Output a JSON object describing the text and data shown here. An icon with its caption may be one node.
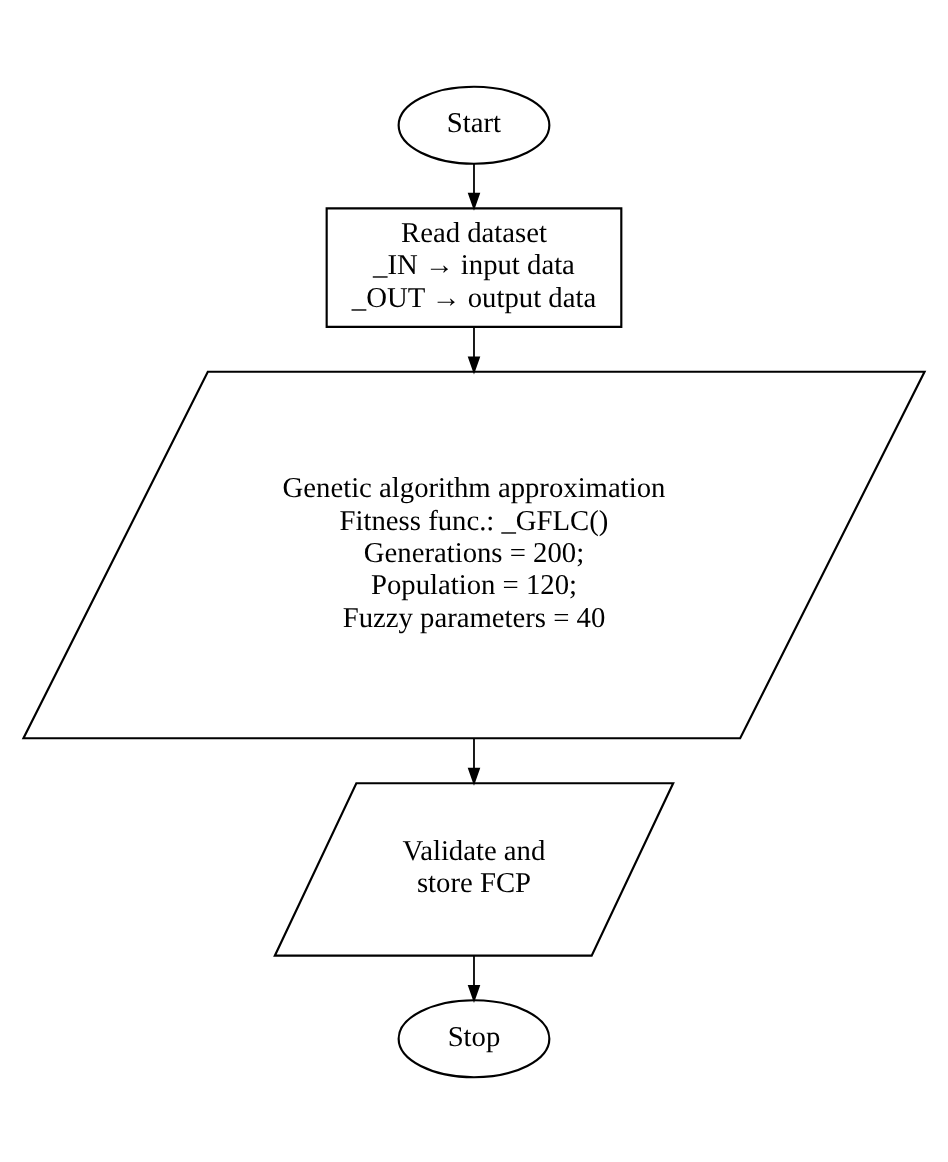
{
  "diagram": {
    "nodes": [
      {
        "text": [
          "Start"
        ]
      },
      {
        "text": [
          "Read dataset",
          "_IN → input data",
          "_OUT → output data"
        ]
      },
      {
        "text": [
          "Genetic algorithm approximation",
          "Fitness func.: _GFLC()",
          "Generations = 200;",
          "Population = 120;",
          "Fuzzy parameters = 40"
        ]
      },
      {
        "text": [
          "Validate and store FCP"
        ]
      },
      {
        "text": [
          "Stop"
        ]
      }
    ],
    "edges": [
      {
        "from": 0,
        "to": 1,
        "arrow": "to"
      },
      {
        "from": 1,
        "to": 2,
        "arrow": "to"
      },
      {
        "from": 2,
        "to": 3,
        "arrow": "to"
      },
      {
        "from": 3,
        "to": 4,
        "arrow": "to"
      }
    ]
  }
}
